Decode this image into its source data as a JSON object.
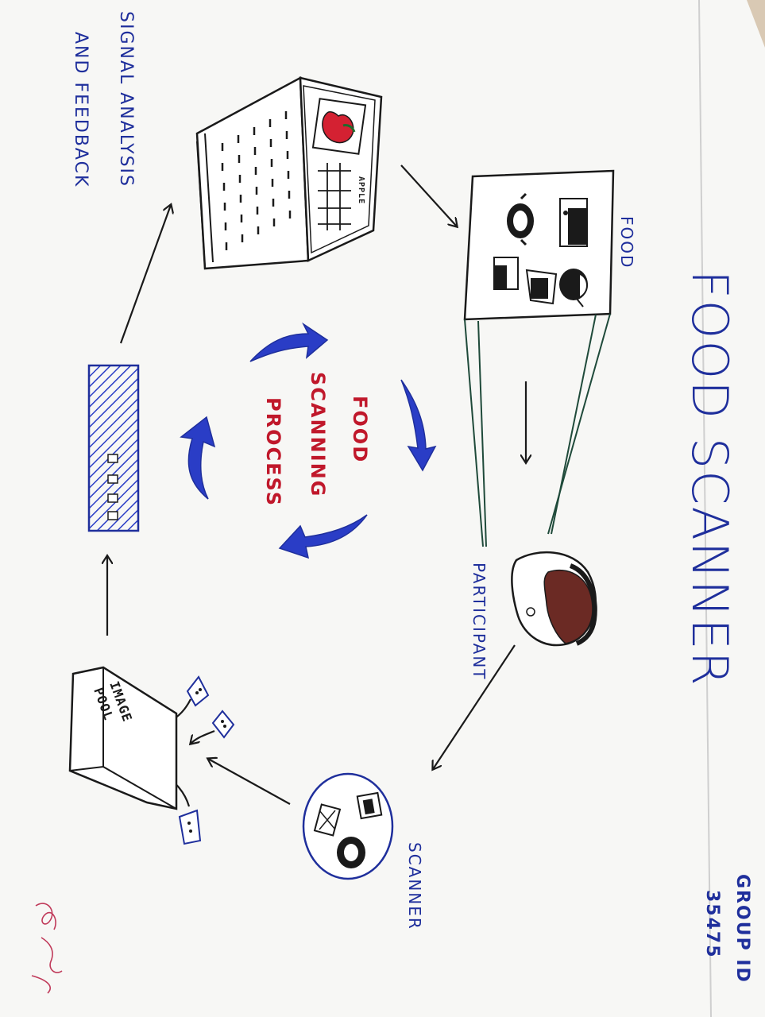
{
  "title": "FOOD SCANNER",
  "group": {
    "label": "GROUP ID",
    "number": "35475"
  },
  "process_title": [
    "FOOD",
    "SCANNING",
    "PROCESS"
  ],
  "labels": {
    "food": "FOOD",
    "participant": "PARTICIPANT",
    "scanner": "SCANNER",
    "image_pool": [
      "IMAGE",
      "POOL"
    ],
    "signal": [
      "SIGNAL ANALYSIS",
      "AND FEEDBACK"
    ],
    "apple": "APPLE"
  },
  "colors": {
    "ink_blue": "#1f2f9c",
    "ink_dark": "#1a1a1a",
    "ink_red": "#c0182b",
    "arrow_blue": "#2a3dc6",
    "ink_green": "#1f4a3a",
    "signature_red": "#c03a5a"
  }
}
